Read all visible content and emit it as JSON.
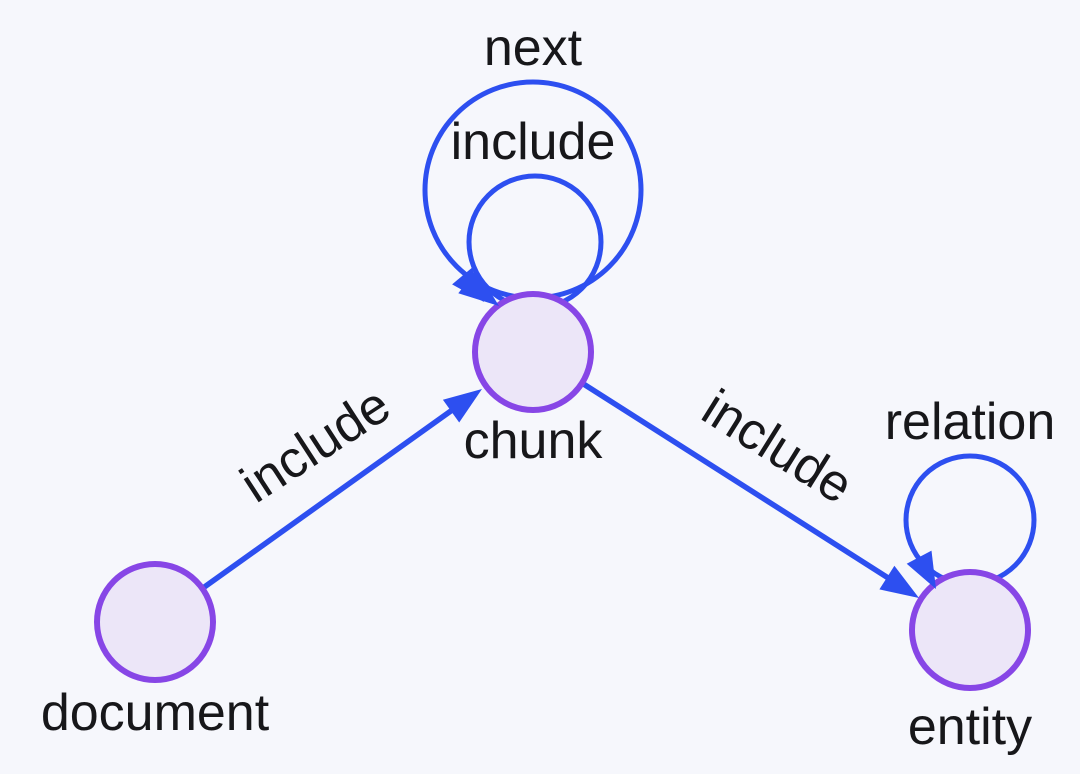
{
  "diagram": {
    "title": "knowledge-graph-schema",
    "background_color": "#f6f7fc",
    "colors": {
      "edge_blue": "#2d4ff0",
      "node_stroke_purple": "#8746e6",
      "node_fill_lavender": "#ece6f8",
      "label_text": "#17171a"
    },
    "nodes": [
      {
        "id": "document",
        "label": "document"
      },
      {
        "id": "chunk",
        "label": "chunk"
      },
      {
        "id": "entity",
        "label": "entity"
      }
    ],
    "edges": [
      {
        "from": "document",
        "to": "chunk",
        "label": "include",
        "type": "directed"
      },
      {
        "from": "chunk",
        "to": "entity",
        "label": "include",
        "type": "directed"
      },
      {
        "from": "chunk",
        "to": "chunk",
        "label": "next",
        "type": "self-loop"
      },
      {
        "from": "chunk",
        "to": "chunk",
        "label": "include",
        "type": "self-loop"
      },
      {
        "from": "entity",
        "to": "entity",
        "label": "relation",
        "type": "self-loop"
      }
    ]
  }
}
